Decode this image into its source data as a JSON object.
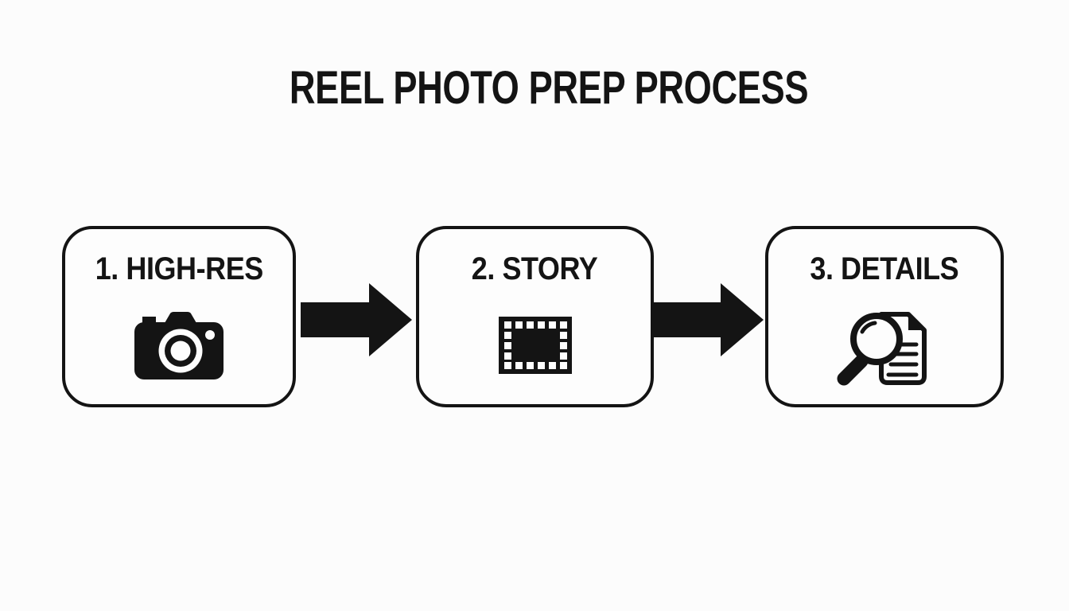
{
  "title": "REEL PHOTO PREP PROCESS",
  "steps": [
    {
      "label": "1. HIGH-RES",
      "icon": "camera-icon"
    },
    {
      "label": "2. STORY",
      "icon": "film-frame-icon"
    },
    {
      "label": "3. DETAILS",
      "icon": "magnifier-document-icon"
    }
  ],
  "connectors": [
    {
      "type": "arrow-right"
    },
    {
      "type": "arrow-right"
    }
  ],
  "colors": {
    "background": "#fcfcfc",
    "ink": "#141414",
    "box_fill": "#fdfdfd"
  }
}
